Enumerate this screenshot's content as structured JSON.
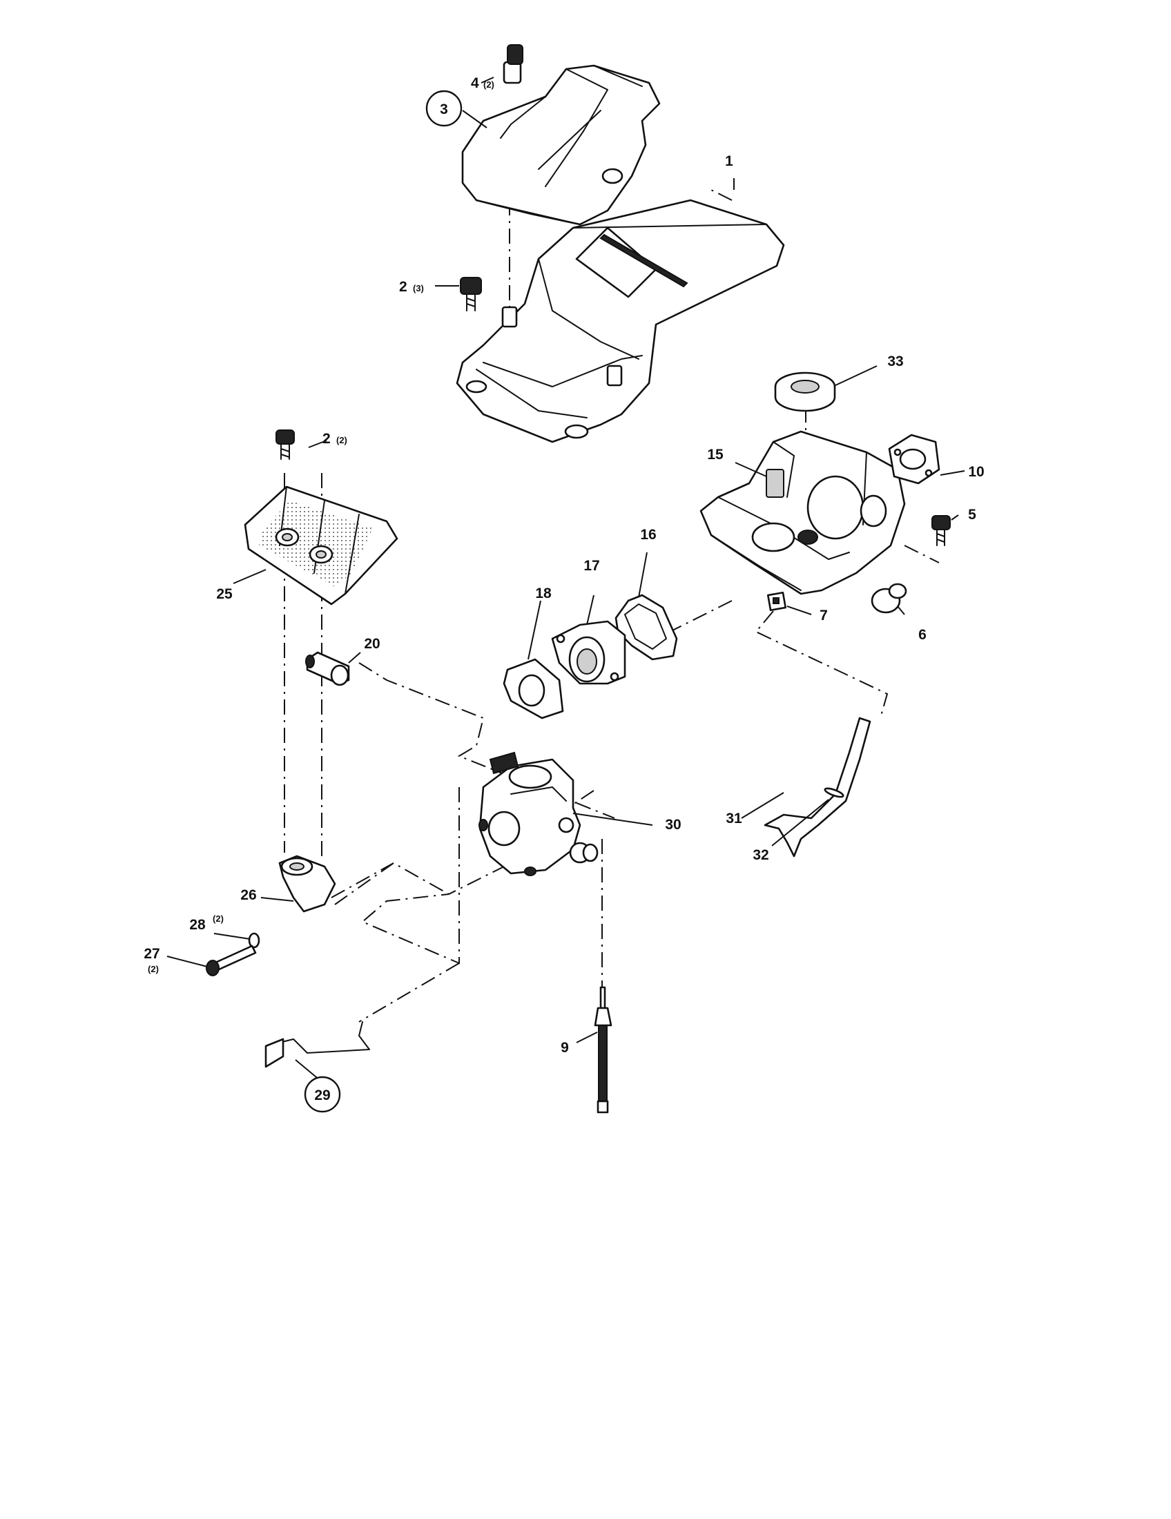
{
  "callouts": [
    {
      "id": "1",
      "text": "1"
    },
    {
      "id": "2a",
      "text": "2",
      "qty": "(3)"
    },
    {
      "id": "2b",
      "text": "2",
      "qty": "(2)"
    },
    {
      "id": "3",
      "text": "3",
      "circled": true
    },
    {
      "id": "4",
      "text": "4",
      "qty": "(2)"
    },
    {
      "id": "5",
      "text": "5"
    },
    {
      "id": "6",
      "text": "6"
    },
    {
      "id": "7",
      "text": "7"
    },
    {
      "id": "9",
      "text": "9"
    },
    {
      "id": "10",
      "text": "10"
    },
    {
      "id": "15",
      "text": "15"
    },
    {
      "id": "16",
      "text": "16"
    },
    {
      "id": "17",
      "text": "17"
    },
    {
      "id": "18",
      "text": "18"
    },
    {
      "id": "20",
      "text": "20"
    },
    {
      "id": "25",
      "text": "25"
    },
    {
      "id": "26",
      "text": "26"
    },
    {
      "id": "27",
      "text": "27",
      "qty": "(2)"
    },
    {
      "id": "28",
      "text": "28",
      "qty": "(2)"
    },
    {
      "id": "29",
      "text": "29",
      "circled": true
    },
    {
      "id": "30",
      "text": "30"
    },
    {
      "id": "31",
      "text": "31"
    },
    {
      "id": "32",
      "text": "32"
    },
    {
      "id": "33",
      "text": "33"
    }
  ]
}
